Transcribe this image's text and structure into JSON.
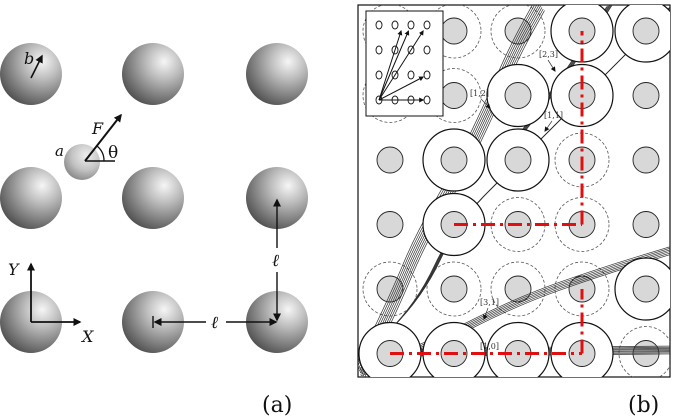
{
  "panel_a": {
    "label": "(a)",
    "b_label": "b",
    "a_label": "a",
    "force_label": "F",
    "theta_label": "θ",
    "axis_y_label": "Y",
    "axis_x_label": "X",
    "spacing_label_horizontal": "ℓ",
    "spacing_label_vertical": "ℓ"
  },
  "panel_b": {
    "label": "(b)",
    "direction_labels": {
      "d_2_3": "[2,3]",
      "d_1_2": "[1,2]",
      "d_1_1": "[1,1]",
      "d_3_1": "[3,1]",
      "d_1_0": "[1,0]"
    }
  },
  "colors": {
    "sphere_dark": "#5a5a5a",
    "sphere_light": "#f4f4f4",
    "obstacle_fill": "#d8d8d8",
    "path_red": "#e01010",
    "ink": "#111111"
  }
}
